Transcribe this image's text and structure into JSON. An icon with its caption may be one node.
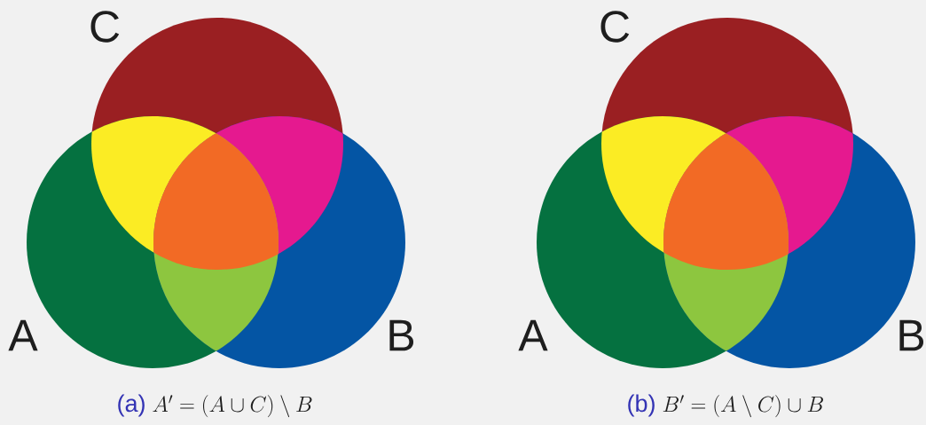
{
  "diagram": {
    "nodes": [
      {
        "text": [
          "C"
        ]
      },
      {
        "text": [
          "A"
        ]
      },
      {
        "text": [
          "B"
        ]
      },
      {
        "text": [
          "C"
        ]
      },
      {
        "text": [
          "A"
        ]
      },
      {
        "text": [
          "B"
        ]
      }
    ],
    "labels": [
      "(a)",
      "A' = (A \\cup C) \\setminus B",
      "(b)",
      "B' = (A \\setminus C) \\cup B"
    ]
  }
}
